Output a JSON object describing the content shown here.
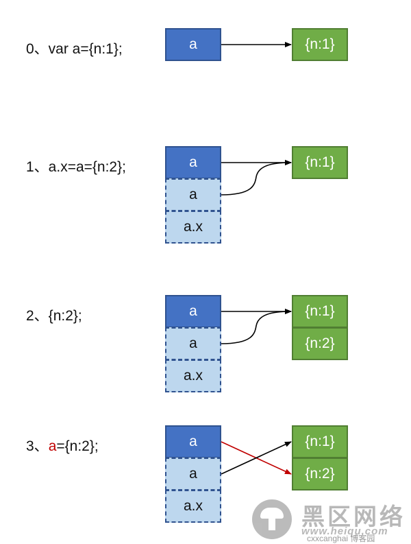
{
  "steps": [
    {
      "label": "0、var a={n:1};",
      "vars": [
        "a"
      ],
      "objects": [
        "{n:1}"
      ],
      "links": [
        {
          "from": "a",
          "to": "{n:1}",
          "color": "#000000"
        }
      ]
    },
    {
      "label": "1、a.x=a={n:2};",
      "vars": [
        "a",
        "a",
        "a.x"
      ],
      "objects": [
        "{n:1}"
      ],
      "links": [
        {
          "from": "a",
          "to": "{n:1}",
          "color": "#000000"
        },
        {
          "from": "a (copy)",
          "to": "{n:1}",
          "color": "#000000"
        }
      ]
    },
    {
      "label": "2、{n:2};",
      "vars": [
        "a",
        "a",
        "a.x"
      ],
      "objects": [
        "{n:1}",
        "{n:2}"
      ],
      "links": [
        {
          "from": "a",
          "to": "{n:1}",
          "color": "#000000"
        },
        {
          "from": "a (copy)",
          "to": "{n:1}",
          "color": "#000000"
        }
      ]
    },
    {
      "label_prefix": "3、",
      "label_highlight": "a",
      "label_suffix": "={n:2};",
      "vars": [
        "a",
        "a",
        "a.x"
      ],
      "objects": [
        "{n:1}",
        "{n:2}"
      ],
      "links": [
        {
          "from": "a",
          "to": "{n:2}",
          "color": "#c00000"
        },
        {
          "from": "a (copy)",
          "to": "{n:1}",
          "color": "#000000"
        }
      ]
    }
  ],
  "colors": {
    "var_fill": "#4472c4",
    "var_copy_fill": "#bdd7ee",
    "object_fill": "#70ad47",
    "highlight": "#c00000"
  },
  "watermark": {
    "title": "黑区网络",
    "url": "www.heiqu.com",
    "credit": "cxxcanghai 博客园"
  }
}
